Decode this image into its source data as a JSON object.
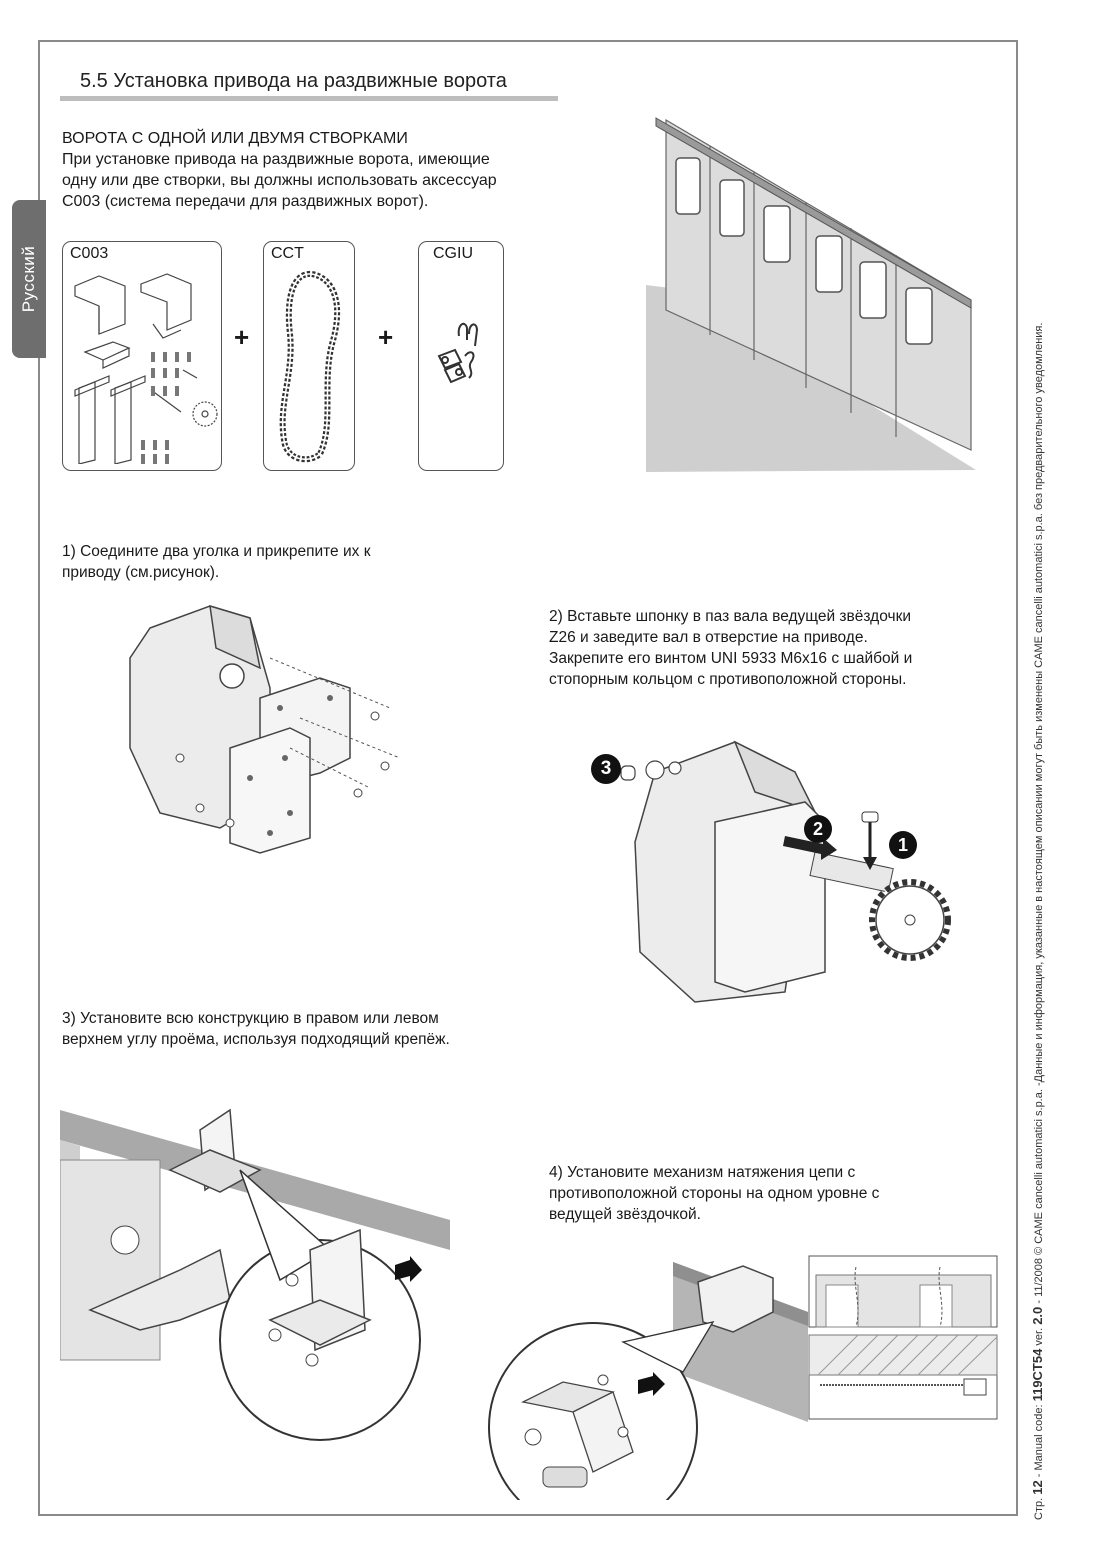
{
  "side_tab": {
    "label": "Русский"
  },
  "section": {
    "title": "5.5 Установка привода на раздвижные ворота"
  },
  "intro": {
    "heading": "ВОРОТА С ОДНОЙ ИЛИ ДВУМЯ СТВОРКАМИ",
    "line1": "При установке привода на раздвижные ворота, имеющие",
    "line2": "одну или две створки, вы должны использовать аксессуар",
    "line3": "С003 (система передачи для раздвижных ворот)."
  },
  "kits": {
    "c003": "C003",
    "cct": "CCT",
    "cgiu": "CGIU",
    "plus": "+"
  },
  "steps": {
    "s1_line1": "1) Соедините два уголка и прикрепите их к",
    "s1_line2": "приводу (см.рисунок).",
    "s2_line1": "2) Вставьте шпонку в паз вала ведущей звёздочки",
    "s2_line2": "Z26 и заведите вал в отверстие на приводе.",
    "s2_line3": "Закрепите его винтом UNI 5933 M6x16 с шайбой и",
    "s2_line4": "стопорным кольцом с противоположной стороны.",
    "s3_line1": "3) Установите всю конструкцию в правом или левом",
    "s3_line2": "верхнем углу проёма, используя подходящий крепёж.",
    "s4_line1": "4) Установите механизм натяжения цепи с",
    "s4_line2": "противоположной стороны на одном уровне с",
    "s4_line3": "ведущей звёздочкой."
  },
  "callouts": {
    "n1": "1",
    "n2": "2",
    "n3": "3"
  },
  "footer": {
    "prefix": "Стр.",
    "page": "12",
    "manual_label": "- Manual code:",
    "code": "119CT54",
    "ver_label": "ver.",
    "version": "2.0",
    "date": "- 11/2008",
    "copyright": "© CAME cancelli automatici s.p.a. -Данные и информация, указанные в настоящем описании могут быть изменены CAME cancelli automatici s.p.a. без предварительного уведомления."
  }
}
